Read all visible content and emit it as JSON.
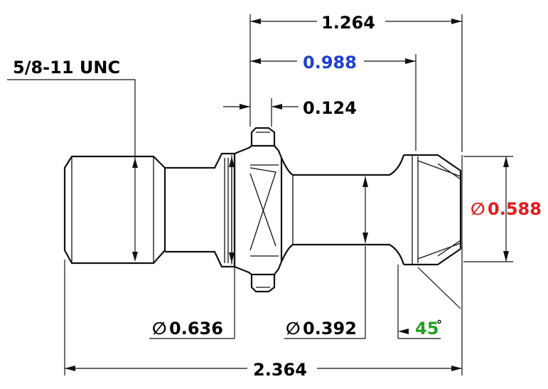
{
  "drawing": {
    "dimensions": {
      "thread_spec": "5/8-11 UNC",
      "overall_length": "2.364",
      "head_to_end_length": "1.264",
      "flange_to_head_length": "0.988",
      "flange_thickness": "0.124",
      "thread_relief_diameter": "0.636",
      "shank_diameter": "0.392",
      "head_diameter": "0.588",
      "chamfer_angle": "45"
    },
    "diameter_symbol": "∅",
    "degree_symbol": "°",
    "colors": {
      "default": "#111111",
      "blue_dimension": "#1f3fd0",
      "red_dimension": "#e21c1c",
      "green_dimension": "#22a022"
    }
  }
}
